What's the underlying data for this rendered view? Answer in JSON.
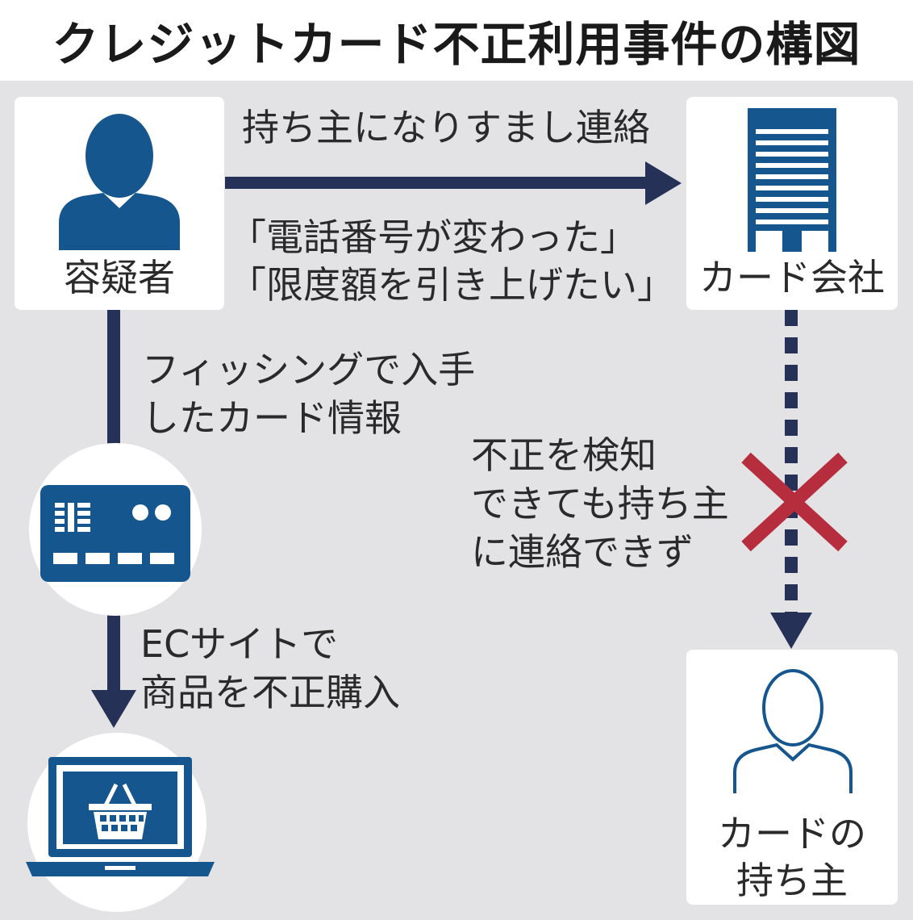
{
  "title": "クレジットカード不正利用事件の構図",
  "nodes": {
    "suspect": "容疑者",
    "card_company": "カード会社",
    "card_holder_line1": "カードの",
    "card_holder_line2": "持ち主"
  },
  "labels": {
    "impersonate": "持ち主になりすまし連絡",
    "quote1": "「電話番号が変わった」",
    "quote2": "「限度額を引き上げたい」",
    "phishing1": "フィッシングで入手",
    "phishing2": "したカード情報",
    "ec1": "ECサイトで",
    "ec2": "商品を不正購入",
    "fraud1": "不正を検知",
    "fraud2": "できても持ち主",
    "fraud3": "に連絡できず"
  },
  "icons": {
    "suspect": "person-silhouette-icon",
    "card_company": "office-building-icon",
    "credit_card": "credit-card-icon",
    "laptop": "laptop-shopping-basket-icon",
    "card_holder": "person-outline-icon",
    "blocked": "red-x-cross-icon"
  },
  "colors": {
    "navy": "#263158",
    "icon_blue": "#16568f",
    "panel_bg": "#e3e3e5",
    "cross_red": "#b62d3e"
  }
}
